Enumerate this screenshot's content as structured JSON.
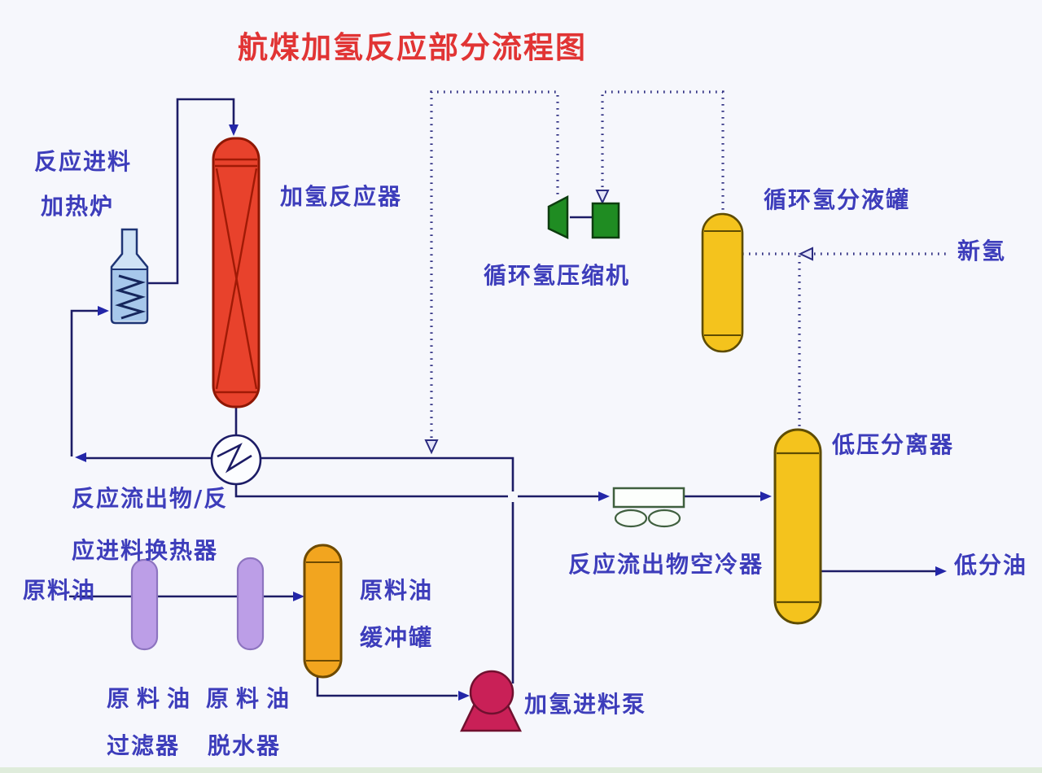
{
  "title": "航煤加氢反应部分流程图",
  "labels": {
    "reaction_feed_heater_l1": "反应进料",
    "reaction_feed_heater_l2": "加热炉",
    "reactor": "加氢反应器",
    "recycle_h2_compressor": "循环氢压缩机",
    "recycle_h2_drum": "循环氢分液罐",
    "fresh_hydrogen": "新氢",
    "lp_separator": "低压分离器",
    "effluent_exchanger_l1": "反应流出物/反",
    "effluent_exchanger_l2": "应进料换热器",
    "feed_oil": "原料油",
    "feed_filter_l1": "原料油",
    "feed_filter_l2": "过滤器",
    "feed_dehydrator_l1": "原料油",
    "feed_dehydrator_l2": "脱水器",
    "feed_buffer_l1": "原料油",
    "feed_buffer_l2": "缓冲罐",
    "feed_pump": "加氢进料泵",
    "effluent_air_cooler": "反应流出物空冷器",
    "lp_oil": "低分油"
  },
  "colors": {
    "title": "#e13434",
    "label": "#3d3dbb",
    "pipe": "#1c1c66",
    "arrow": "#2326a8",
    "dotted": "#2b2b80",
    "reactor_fill": "#e8422c",
    "reactor_stroke": "#8e1703",
    "heater_fill": "#cfe2f5",
    "heater_inner": "#a6c7eb",
    "drum_fill": "#f4c31d",
    "drum_stroke": "#5e4c02",
    "buffer_fill": "#f2a51f",
    "buffer_stroke": "#6e4a00",
    "filter_fill": "#bc9ee7",
    "filter_stroke": "#8d74c0",
    "compressor_fill": "#1f8c22",
    "compressor_stroke": "#0d3d0f",
    "pump_fill": "#c92057",
    "pump_stroke": "#70102f",
    "cooler_stroke": "#3f5f3e"
  }
}
